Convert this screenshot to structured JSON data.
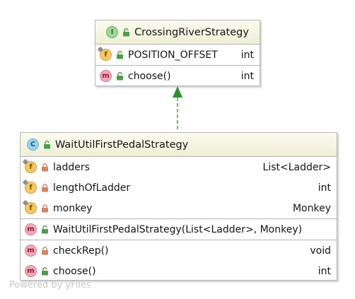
{
  "interface_node": {
    "kind_badge": "I",
    "name": "CrossingRiverStrategy",
    "fields": [
      {
        "badge": "f",
        "visibility": "public",
        "name": "POSITION_OFFSET",
        "type": "int"
      }
    ],
    "methods": [
      {
        "badge": "m",
        "visibility": "public",
        "name": "choose()",
        "type": "int"
      }
    ]
  },
  "class_node": {
    "kind_badge": "C",
    "name": "WaitUtilFirstPedalStrategy",
    "fields": [
      {
        "badge": "f",
        "visibility": "private",
        "name": "ladders",
        "type": "List<Ladder>"
      },
      {
        "badge": "f",
        "visibility": "private",
        "name": "lengthOfLadder",
        "type": "int"
      },
      {
        "badge": "f",
        "visibility": "private",
        "name": "monkey",
        "type": "Monkey"
      }
    ],
    "constructors": [
      {
        "badge": "m",
        "visibility": "public",
        "name": "WaitUtilFirstPedalStrategy(List<Ladder>, Monkey)",
        "type": ""
      }
    ],
    "methods": [
      {
        "badge": "m",
        "visibility": "private",
        "name": "checkRep()",
        "type": "void"
      },
      {
        "badge": "m",
        "visibility": "public",
        "name": "choose()",
        "type": "int"
      }
    ]
  },
  "relation": {
    "kind": "realization",
    "color": "#2f8f2f"
  },
  "colors": {
    "public_lock": "#4aa04a",
    "private_lock": "#d9825b"
  },
  "watermark": "Powered by yFiles"
}
